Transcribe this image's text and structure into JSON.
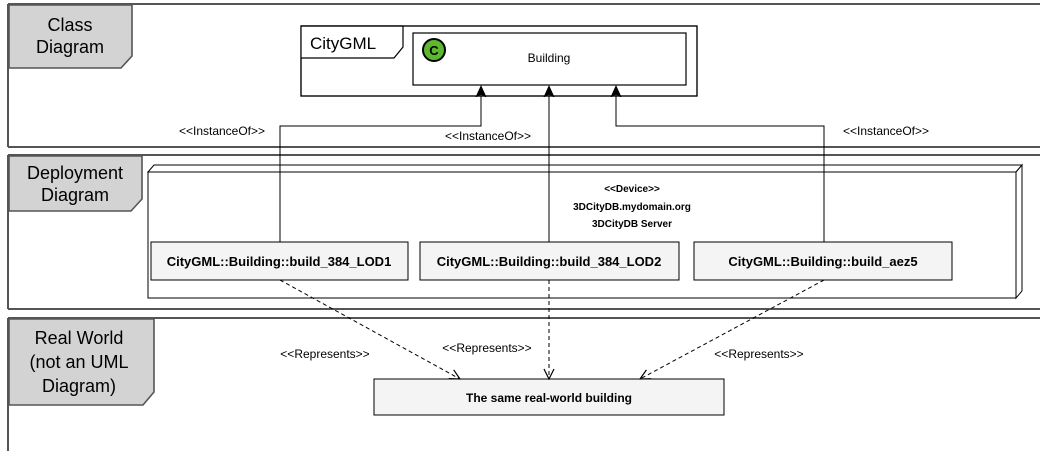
{
  "lanes": {
    "class_label": [
      "Class",
      "Diagram"
    ],
    "deployment_label": [
      "Deployment",
      "Diagram"
    ],
    "realworld_label": [
      "Real World",
      "(not an UML",
      "Diagram)"
    ]
  },
  "class_diagram": {
    "package_name": "CityGML",
    "class_icon_letter": "C",
    "class_name": "Building",
    "icon_color": "#5cb82e"
  },
  "deployment": {
    "device_stereotype": "<<Device>>",
    "device_host": "3DCityDB.mydomain.org",
    "device_name": "3DCityDB Server",
    "instances": [
      "CityGML::Building::build_384_LOD1",
      "CityGML::Building::build_384_LOD2",
      "CityGML::Building::build_aez5"
    ]
  },
  "relations": {
    "instance_of": [
      "<<InstanceOf>>",
      "<<InstanceOf>>",
      "<<InstanceOf>>"
    ],
    "represents": [
      "<<Represents>>",
      "<<Represents>>",
      "<<Represents>>"
    ]
  },
  "real_world": {
    "building": "The same real-world building"
  }
}
